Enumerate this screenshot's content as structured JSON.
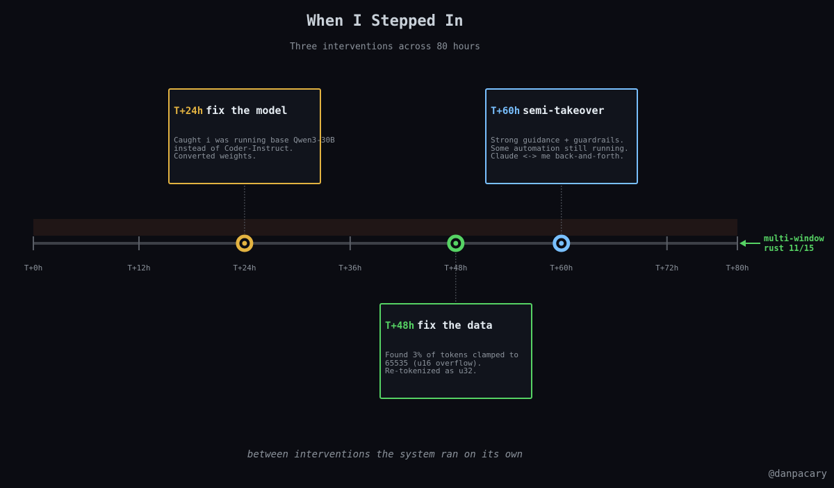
{
  "header": {
    "title": "When I Stepped In",
    "subtitle": "Three interventions across 80 hours"
  },
  "timeline": {
    "range_hours": [
      0,
      80
    ],
    "ticks": [
      "T+0h",
      "T+12h",
      "T+24h",
      "T+36h",
      "T+48h",
      "T+60h",
      "T+72h",
      "T+80h"
    ],
    "tick_hours": [
      0,
      12,
      24,
      36,
      48,
      60,
      72,
      80
    ],
    "band_color": "#201616",
    "axis_color": "#3d4047"
  },
  "events": [
    {
      "hour": 24,
      "time_label": "T+24h",
      "title": "fix the model",
      "body": "Caught i was running base Qwen3-30B\ninstead of Coder-Instruct.\nConverted weights.",
      "color": "#e3b341",
      "placement": "above"
    },
    {
      "hour": 48,
      "time_label": "T+48h",
      "title": "fix the data",
      "body": "Found 3% of tokens clamped to\n65535 (u16 overflow).\nRe-tokenized as u32.",
      "color": "#56d364",
      "placement": "below"
    },
    {
      "hour": 60,
      "time_label": "T+60h",
      "title": "semi-takeover",
      "body": "Strong guidance + guardrails.\nSome automation still running.\nClaude <-> me back-and-forth.",
      "color": "#79c0ff",
      "placement": "above"
    }
  ],
  "end_marker": {
    "line1": "multi-window",
    "line2": "rust 11/15",
    "color": "#56d364"
  },
  "footer": {
    "note": "between interventions the system ran on its own",
    "credit": "@danpacary"
  }
}
